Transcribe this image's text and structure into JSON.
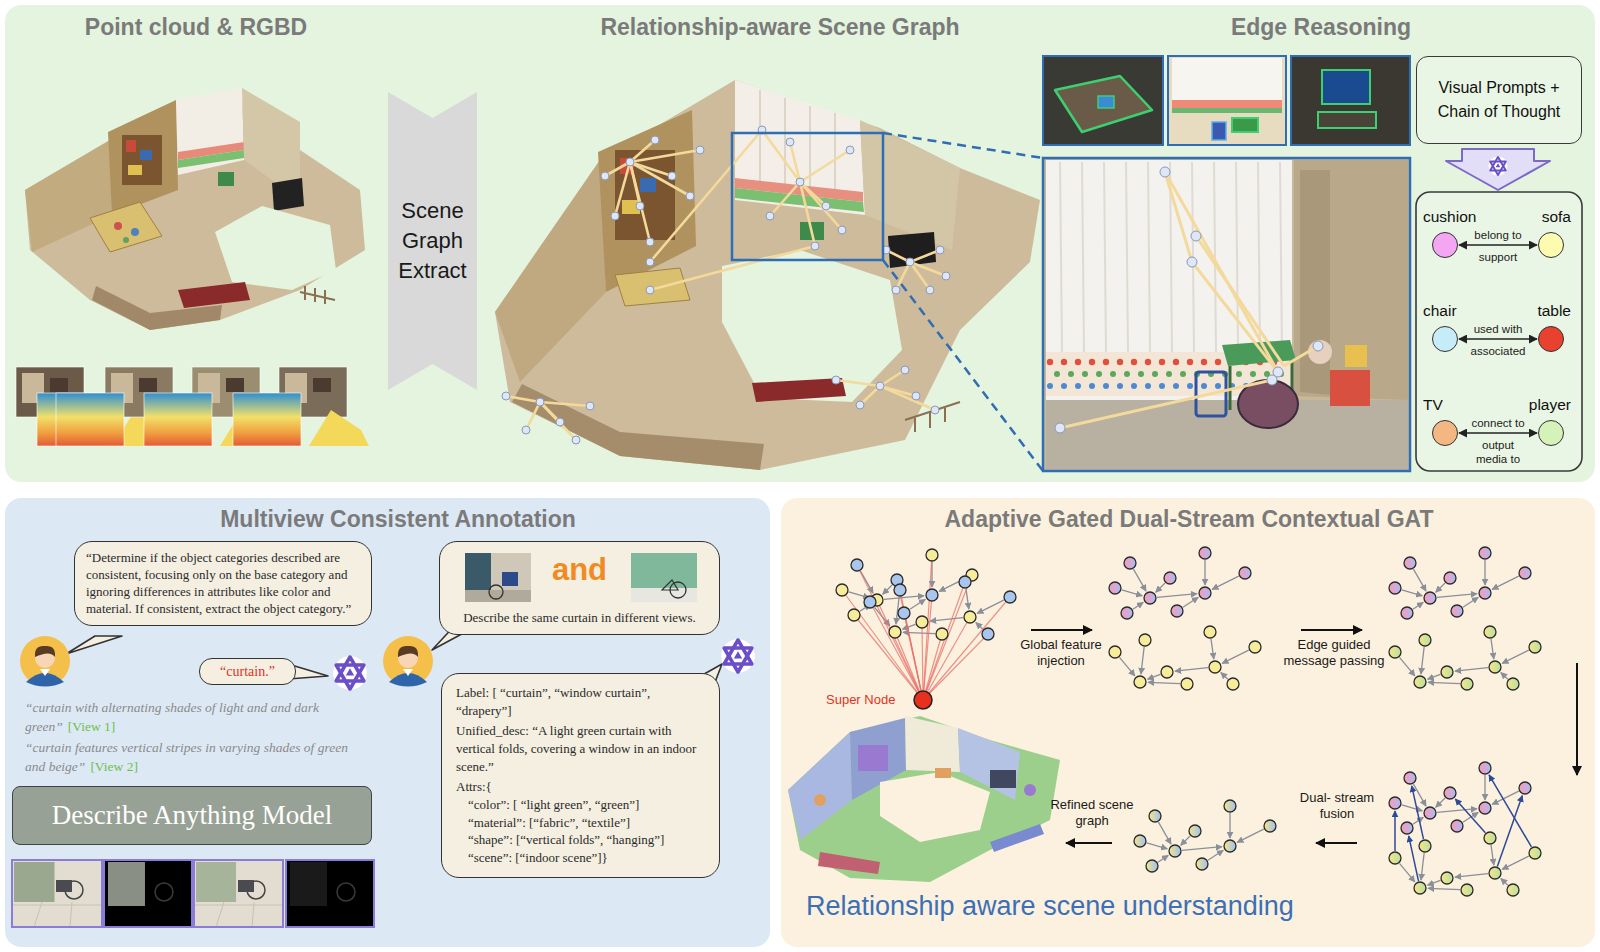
{
  "diagram": {
    "nodes": [
      {
        "text": [
          "Point cloud & RGBD",
          "Relationship-aware Scene Graph",
          "Edge Reasoning"
        ]
      },
      {
        "text": [
          "Scene Graph Extract"
        ],
        "in": 0
      },
      {
        "text": [
          "Visual Prompts + Chain of Thought"
        ],
        "in": 0
      },
      {
        "text": [
          "cushion"
        ],
        "in": 0
      },
      {
        "text": [
          "sofa"
        ],
        "in": 0
      },
      {
        "text": [
          "chair"
        ],
        "in": 0
      },
      {
        "text": [
          "table"
        ],
        "in": 0
      },
      {
        "text": [
          "TV"
        ],
        "in": 0
      },
      {
        "text": [
          "player"
        ],
        "in": 0
      },
      {
        "text": [
          "Multiview Consistent Annotation"
        ]
      },
      {
        "text": [
          "“Determine if the object categories described are consistent, focusing only on the base category and ignoring differences in attributes like color and material. If consistent, extract the object category.”"
        ],
        "in": 9
      },
      {
        "text": [
          "“curtain.”"
        ],
        "in": 9
      },
      {
        "text": [
          "and",
          "Describe the same curtain in different views."
        ],
        "in": 9
      },
      {
        "text": [
          "Label: [ “curtain”, “window curtain”, “drapery”]",
          "Unified_desc: “A light green curtain with vertical folds, covering a window in an indoor scene.”",
          "Attrs:{",
          "“color”: [ “light green”, “green”]",
          "“material”: [“fabric”, “textile”]",
          "“shape”: [“vertical folds”, “hanging”]",
          "“scene”: [“indoor scene”]}"
        ],
        "in": 9
      },
      {
        "text": [
          "Describe Anything Model"
        ],
        "in": 9
      },
      {
        "text": [
          "Adaptive Gated Dual-Stream Contextual GAT"
        ]
      }
    ],
    "edges": [
      {
        "from": 3,
        "to": 4,
        "label": "belong to",
        "arrow": "both"
      },
      {
        "from": 5,
        "to": 6,
        "label": "used with",
        "arrow": "both"
      },
      {
        "from": 7,
        "to": 8,
        "label": "connect to",
        "arrow": "both"
      }
    ],
    "labels": [
      "support",
      "associated",
      "output media to",
      "“curtain with alternating shades of light and and dark green”",
      "[View 1]",
      "“curtain features vertical stripes in varying shades of green and beige”",
      "[View 2]",
      "Super Node",
      "Global feature injection",
      "Edge guided message passing",
      "Dual- stream fusion",
      "Refined scene graph",
      "Relationship aware scene understanding"
    ]
  }
}
